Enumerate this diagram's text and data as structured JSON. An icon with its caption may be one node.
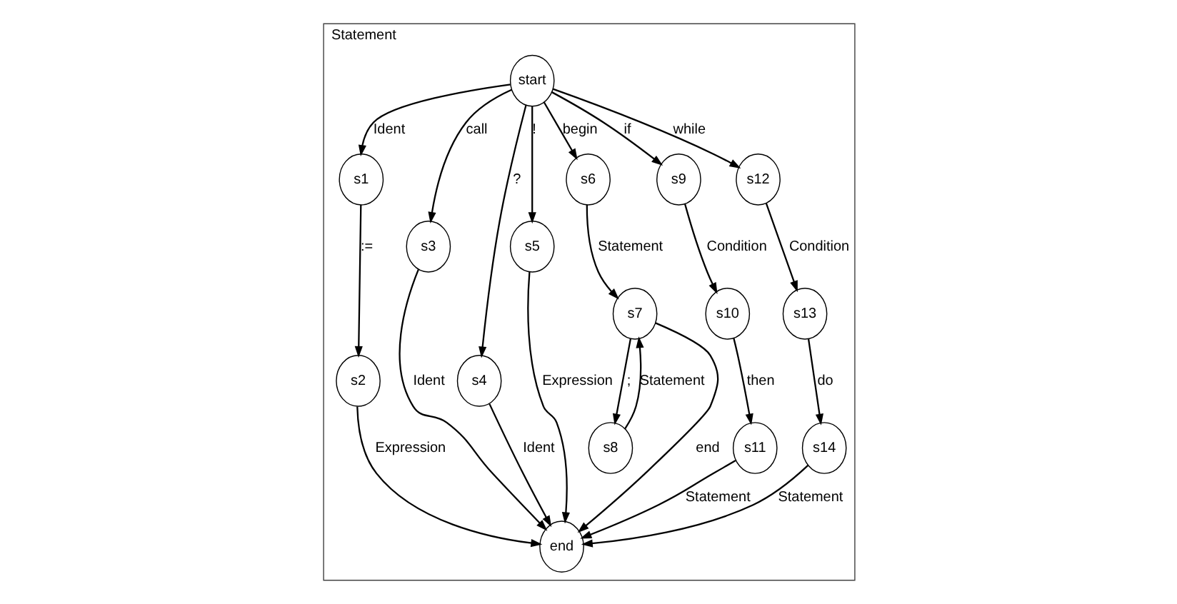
{
  "diagram": {
    "nodes": [
      {
        "text": [
          "Statement"
        ]
      },
      {
        "text": [
          "start"
        ],
        "in": 0
      },
      {
        "text": [
          "s1"
        ],
        "in": 0
      },
      {
        "text": [
          "s2"
        ],
        "in": 0
      },
      {
        "text": [
          "s3"
        ],
        "in": 0
      },
      {
        "text": [
          "s4"
        ],
        "in": 0
      },
      {
        "text": [
          "s5"
        ],
        "in": 0
      },
      {
        "text": [
          "s6"
        ],
        "in": 0
      },
      {
        "text": [
          "s7"
        ],
        "in": 0
      },
      {
        "text": [
          "s8"
        ],
        "in": 0
      },
      {
        "text": [
          "s9"
        ],
        "in": 0
      },
      {
        "text": [
          "s10"
        ],
        "in": 0
      },
      {
        "text": [
          "s11"
        ],
        "in": 0
      },
      {
        "text": [
          "s12"
        ],
        "in": 0
      },
      {
        "text": [
          "s13"
        ],
        "in": 0
      },
      {
        "text": [
          "s14"
        ],
        "in": 0
      },
      {
        "text": [
          "end"
        ],
        "in": 0
      }
    ],
    "edges": [
      {
        "from": 1,
        "to": 2,
        "arrow": "to",
        "label": "Ident"
      },
      {
        "from": 2,
        "to": 3,
        "arrow": "to",
        "label": ":="
      },
      {
        "from": 3,
        "to": 16,
        "arrow": "to",
        "label": "Expression"
      },
      {
        "from": 1,
        "to": 4,
        "arrow": "to",
        "label": "call"
      },
      {
        "from": 4,
        "to": 16,
        "arrow": "to",
        "label": "Ident"
      },
      {
        "from": 1,
        "to": 5,
        "arrow": "to",
        "label": "?"
      },
      {
        "from": 5,
        "to": 16,
        "arrow": "to",
        "label": "Ident"
      },
      {
        "from": 1,
        "to": 6,
        "arrow": "to",
        "label": "!"
      },
      {
        "from": 6,
        "to": 16,
        "arrow": "to",
        "label": "Expression"
      },
      {
        "from": 1,
        "to": 7,
        "arrow": "to",
        "label": "begin"
      },
      {
        "from": 7,
        "to": 8,
        "arrow": "to",
        "label": "Statement"
      },
      {
        "from": 8,
        "to": 9,
        "arrow": "to",
        "label": ";"
      },
      {
        "from": 9,
        "to": 8,
        "arrow": "to",
        "label": "Statement"
      },
      {
        "from": 8,
        "to": 16,
        "arrow": "to",
        "label": "end"
      },
      {
        "from": 1,
        "to": 10,
        "arrow": "to",
        "label": "if"
      },
      {
        "from": 10,
        "to": 11,
        "arrow": "to",
        "label": "Condition"
      },
      {
        "from": 11,
        "to": 12,
        "arrow": "to",
        "label": "then"
      },
      {
        "from": 12,
        "to": 16,
        "arrow": "to",
        "label": "Statement"
      },
      {
        "from": 1,
        "to": 13,
        "arrow": "to",
        "label": "while"
      },
      {
        "from": 13,
        "to": 14,
        "arrow": "to",
        "label": "Condition"
      },
      {
        "from": 14,
        "to": 15,
        "arrow": "to",
        "label": "do"
      },
      {
        "from": 15,
        "to": 16,
        "arrow": "to",
        "label": "Statement"
      }
    ]
  }
}
